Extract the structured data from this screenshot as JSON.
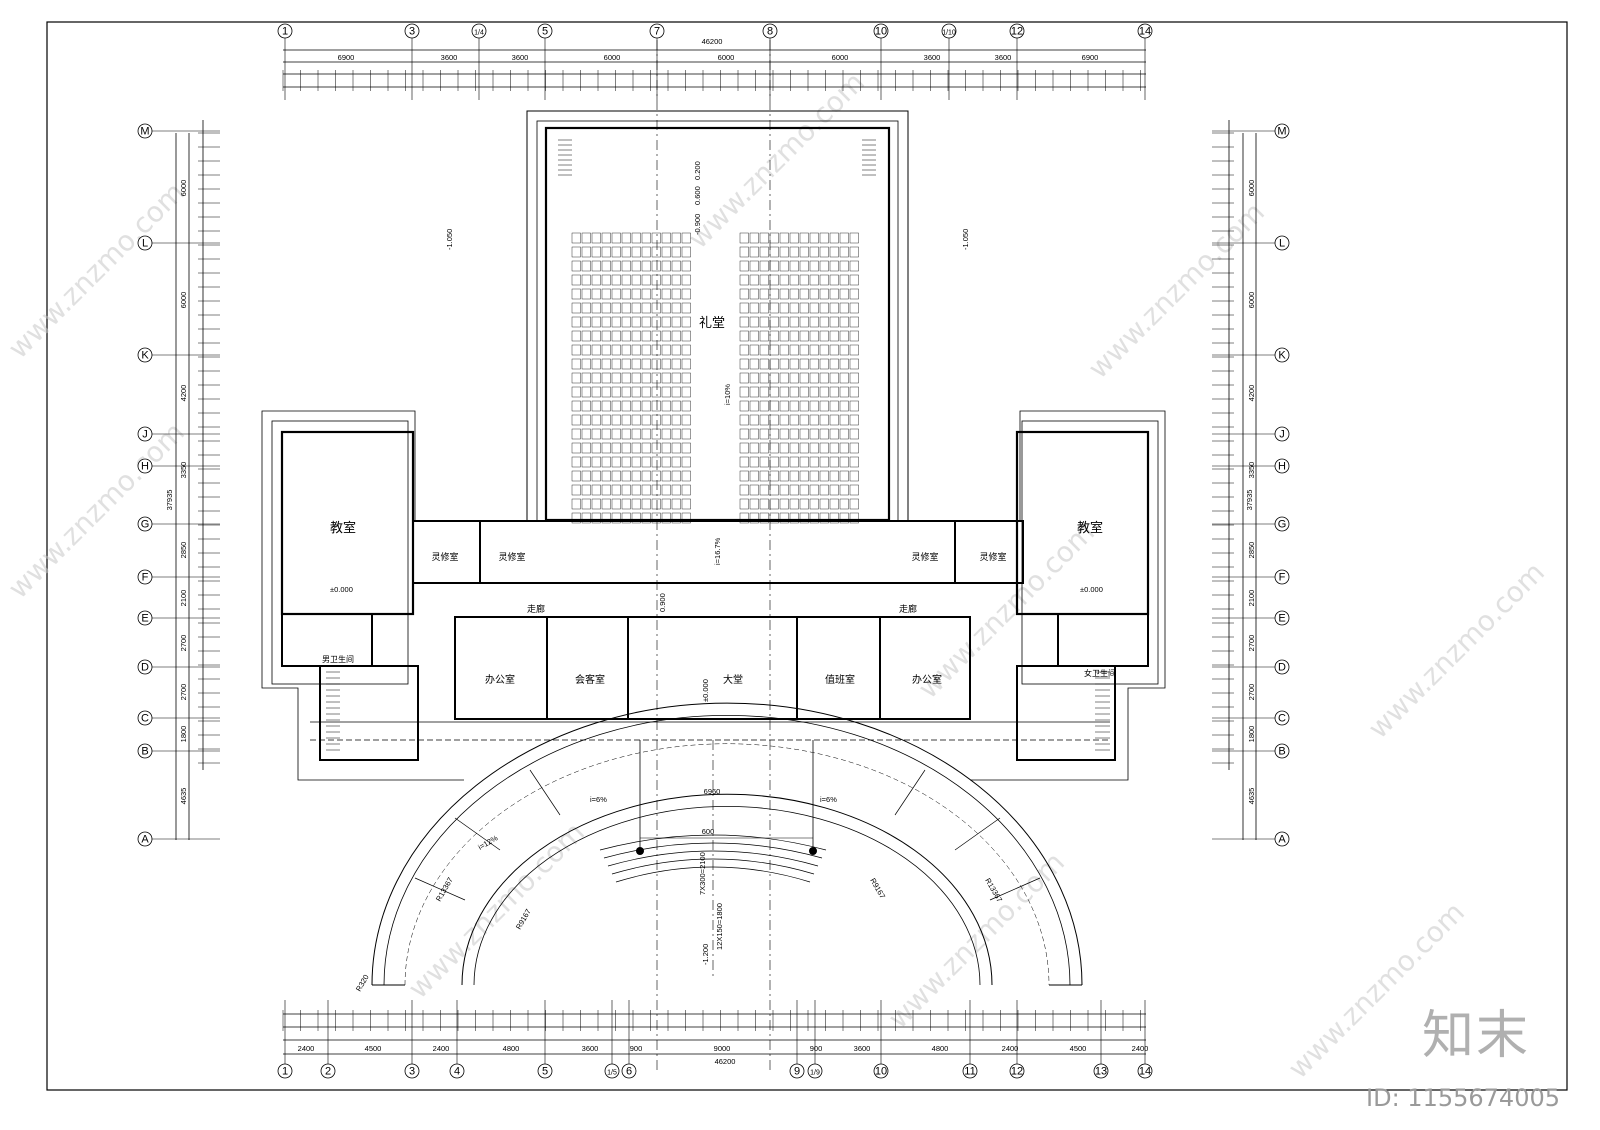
{
  "overall_dims": {
    "top": "46200",
    "bottom": "46200",
    "left": "37935",
    "right": "37935"
  },
  "axes_top": [
    "1",
    "3",
    "1/4",
    "5",
    "7",
    "8",
    "10",
    "1/10",
    "12",
    "14"
  ],
  "axes_bottom": [
    "1",
    "2",
    "3",
    "4",
    "5",
    "1/5",
    "6",
    "9",
    "1/9",
    "10",
    "11",
    "12",
    "13",
    "14"
  ],
  "axes_rows": [
    "M",
    "L",
    "K",
    "J",
    "H",
    "G",
    "F",
    "E",
    "D",
    "C",
    "B",
    "A"
  ],
  "top_dims_1": [
    "6900",
    "3600",
    "3600",
    "6000",
    "6000",
    "6000",
    "3600",
    "3600",
    "6900"
  ],
  "bottom_dims_1": [
    "2400",
    "4500",
    "2400",
    "4800",
    "3600",
    "900",
    "9000",
    "900",
    "3600",
    "4800",
    "2400",
    "4500",
    "2400"
  ],
  "left_dims": [
    "6000",
    "6000",
    "4200",
    "3350",
    "2850",
    "2100",
    "2700",
    "2700",
    "1800",
    "4635"
  ],
  "rooms": {
    "auditorium": "礼堂",
    "classroom_left": "教室",
    "classroom_right": "教室",
    "study_1": "灵修室",
    "study_2": "灵修室",
    "study_3": "灵修室",
    "study_4": "灵修室",
    "corridor_left": "走廊",
    "corridor_right": "走廊",
    "office_left": "办公室",
    "reception": "会客室",
    "lobby": "大堂",
    "duty": "值班室",
    "office_right": "办公室",
    "wc_male": "男卫生间",
    "wc_female": "女卫生间"
  },
  "levels": {
    "ground_left": "±0.000",
    "ground_right": "±0.000",
    "lobby": "±0.000",
    "plaza": "-1.200",
    "side_l": "-1.050",
    "side_r": "-1.050",
    "stage_1": "0.600",
    "stage_2": "0.200",
    "aisle": "-0.900",
    "entry": "0.900"
  },
  "slopes": {
    "aisle_mid": "i=10%",
    "ramp_left": "i=6%",
    "ramp_right": "i=6%",
    "ramp_arc": "i=12%",
    "aisle_bottom": "i=16.7%"
  },
  "arc_labels": {
    "r_outer_left": "R13367",
    "r_inner_left": "R9167",
    "r_outer_right": "R13367",
    "r_inner_right": "R9167",
    "r_small": "R320",
    "stairs_center": "12X150=1800",
    "stair_width": "7X300=2100",
    "front_dim": "6960",
    "front_gap": "600"
  },
  "watermark": "www.znzmo.com",
  "logo_text": "知末",
  "id_text": "ID: 1155674005"
}
